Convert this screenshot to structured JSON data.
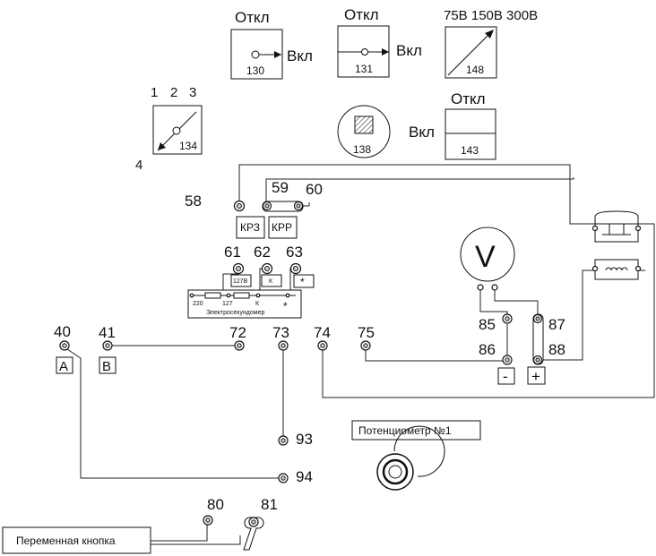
{
  "switches": {
    "s130": {
      "off": "Откл",
      "on": "Вкл",
      "num": "130"
    },
    "s131": {
      "off": "Откл",
      "on": "Вкл",
      "num": "131"
    },
    "s148": {
      "scale": "75В 150В 300В",
      "num": "148"
    },
    "s134": {
      "p1": "1",
      "p2": "2",
      "p3": "3",
      "p4": "4",
      "num": "134"
    },
    "s138": {
      "num": "138"
    },
    "s143": {
      "off": "Откл",
      "on": "Вкл",
      "num": "143"
    }
  },
  "relays": {
    "krz": "КРЗ",
    "krr": "КРР"
  },
  "timer": {
    "caption": "Электросекундомер",
    "v220": "220",
    "v127": "127",
    "k": "К",
    "tag127": "127В",
    "tagK": "К",
    "star": "*"
  },
  "meter": {
    "symbol": "V"
  },
  "polarity": {
    "minus": "-",
    "plus": "+"
  },
  "ab": {
    "a": "A",
    "b": "B"
  },
  "terminals": {
    "t58": "58",
    "t59": "59",
    "t60": "60",
    "t61": "61",
    "t62": "62",
    "t63": "63",
    "t40": "40",
    "t41": "41",
    "t72": "72",
    "t73": "73",
    "t74": "74",
    "t75": "75",
    "t85": "85",
    "t86": "86",
    "t87": "87",
    "t88": "88",
    "t93": "93",
    "t94": "94",
    "t80": "80",
    "t81": "81"
  },
  "potentiometer": {
    "label": "Потенциометр №1"
  },
  "button": {
    "label": "Переменная кнопка"
  }
}
